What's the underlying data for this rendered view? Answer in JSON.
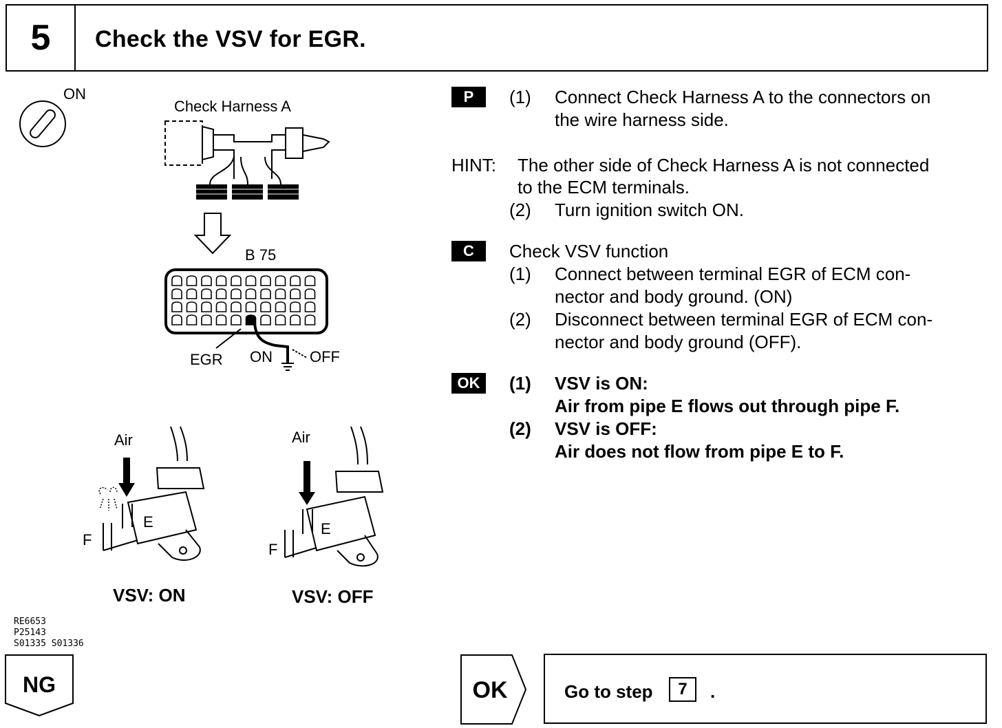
{
  "header": {
    "step_number": "5",
    "title": "Check the VSV for EGR."
  },
  "diagram": {
    "ignition_label": "ON",
    "harness_label": "Check Harness A",
    "connector_label": "B 75",
    "egr_label": "EGR",
    "on_label": "ON",
    "off_label": "OFF",
    "air_label_left": "Air",
    "air_label_right": "Air",
    "pipe_e_left": "E",
    "pipe_f_left": "F",
    "pipe_e_right": "E",
    "pipe_f_right": "F",
    "caption_on": "VSV: ON",
    "caption_off": "VSV: OFF",
    "ref_codes": [
      "RE6653",
      "P25143",
      "S01335 S01336"
    ]
  },
  "instructions": {
    "p_badge": "P",
    "p_step1_num": "(1)",
    "p_step1_line1": "Connect Check Harness A to the connectors on",
    "p_step1_line2": "the wire harness side.",
    "hint_label": "HINT:",
    "hint_line1": "The other side of Check Harness A is not connected",
    "hint_line2": "to the ECM terminals.",
    "p_step2_num": "(2)",
    "p_step2_text": "Turn ignition switch ON.",
    "c_badge": "C",
    "c_title": "Check VSV function",
    "c_step1_num": "(1)",
    "c_step1_line1": "Connect between terminal EGR of ECM con-",
    "c_step1_line2": "nector and body ground. (ON)",
    "c_step2_num": "(2)",
    "c_step2_line1": "Disconnect between terminal EGR of ECM con-",
    "c_step2_line2": "nector and body ground (OFF).",
    "ok_badge": "OK",
    "ok_step1_num": "(1)",
    "ok_step1_line1": "VSV is ON:",
    "ok_step1_line2": "Air from pipe E flows out through pipe F.",
    "ok_step2_num": "(2)",
    "ok_step2_line1": "VSV is OFF:",
    "ok_step2_line2": "Air does not flow from pipe E to F."
  },
  "footer": {
    "ng_label": "NG",
    "ok_label": "OK",
    "go_to_text": "Go to step",
    "go_to_step": "7",
    "go_to_period": "."
  }
}
